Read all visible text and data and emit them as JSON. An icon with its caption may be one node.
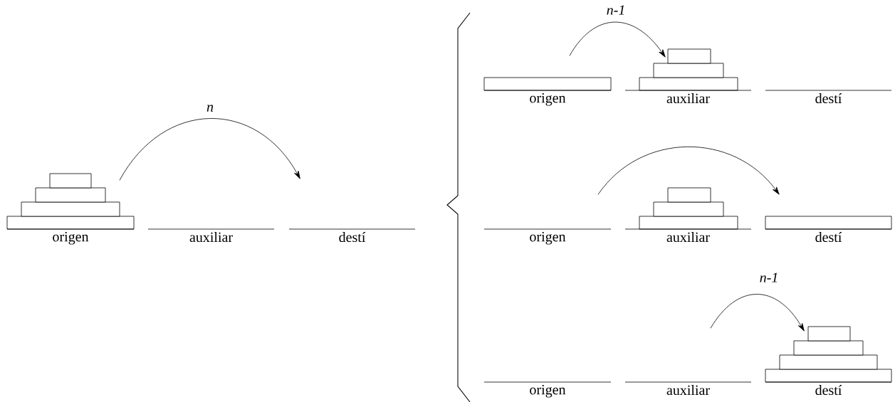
{
  "diagram": {
    "nodes": [
      {
        "text": [
          "origen"
        ]
      },
      {
        "text": [
          "auxiliar"
        ]
      },
      {
        "text": [
          "destí"
        ]
      },
      {
        "text": [
          "origen"
        ]
      },
      {
        "text": [
          "auxiliar"
        ]
      },
      {
        "text": [
          "destí"
        ]
      },
      {
        "text": [
          "origen"
        ]
      },
      {
        "text": [
          "auxiliar"
        ]
      },
      {
        "text": [
          "destí"
        ]
      },
      {
        "text": [
          "origen"
        ]
      },
      {
        "text": [
          "auxiliar"
        ]
      },
      {
        "text": [
          "destí"
        ]
      }
    ],
    "edges": [
      {
        "from": 0,
        "to": 2,
        "arrow": "to",
        "label": "n"
      },
      {
        "from": 3,
        "to": 4,
        "arrow": "to",
        "label": "n-1"
      },
      {
        "from": 6,
        "to": 8,
        "arrow": "to"
      },
      {
        "from": 10,
        "to": 11,
        "arrow": "to",
        "label": "n-1"
      }
    ]
  }
}
